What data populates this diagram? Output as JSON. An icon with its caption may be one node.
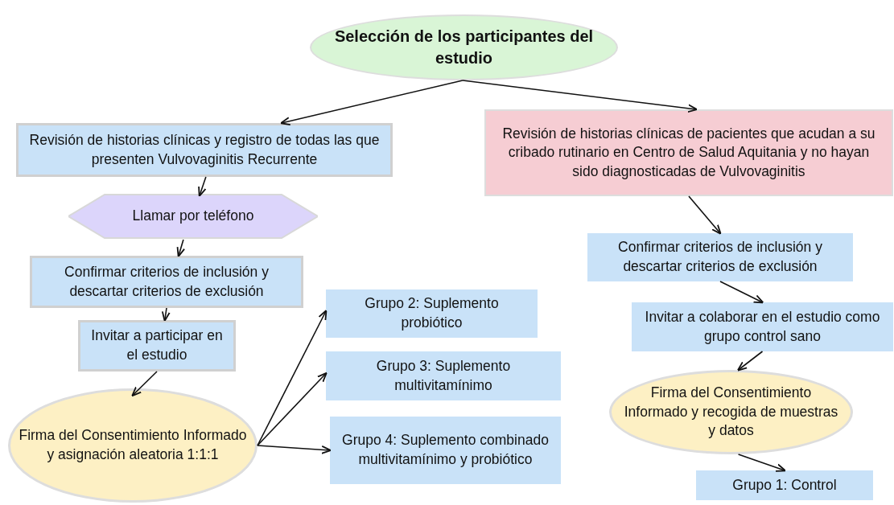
{
  "diagram": {
    "nodes": [
      {
        "text": [
          "Selección de los participantes del estudio"
        ]
      },
      {
        "text": [
          "Revisión de historias clínicas y registro de todas las que presenten Vulvovaginitis Recurrente"
        ]
      },
      {
        "text": [
          "Revisión de historias clínicas de pacientes que acudan a su cribado rutinario en Centro de Salud Aquitania y no hayan sido diagnosticadas de Vulvovaginitis"
        ]
      },
      {
        "text": [
          "Llamar por teléfono"
        ]
      },
      {
        "text": [
          "Confirmar criterios de inclusión y descartar criterios de exclusión"
        ]
      },
      {
        "text": [
          "Confirmar criterios de inclusión y descartar criterios de exclusión"
        ]
      },
      {
        "text": [
          "Invitar a participar en el estudio"
        ]
      },
      {
        "text": [
          "Invitar a colaborar en el estudio como grupo control sano"
        ]
      },
      {
        "text": [
          "Firma del Consentimiento Informado y asignación aleatoria 1:1:1"
        ]
      },
      {
        "text": [
          "Grupo 2: Suplemento probiótico"
        ]
      },
      {
        "text": [
          "Grupo 3: Suplemento multivitamínimo"
        ]
      },
      {
        "text": [
          "Grupo 4: Suplemento combinado multivitamínimo y probiótico"
        ]
      },
      {
        "text": [
          "Firma del Consentimiento Informado y recogida de muestras y datos"
        ]
      },
      {
        "text": [
          "Grupo 1: Control"
        ]
      }
    ],
    "edges": [
      {
        "from": 0,
        "to": 1,
        "arrow": "to"
      },
      {
        "from": 0,
        "to": 2,
        "arrow": "to"
      },
      {
        "from": 1,
        "to": 3,
        "arrow": "to"
      },
      {
        "from": 3,
        "to": 4,
        "arrow": "to"
      },
      {
        "from": 4,
        "to": 6,
        "arrow": "to"
      },
      {
        "from": 6,
        "to": 8,
        "arrow": "to"
      },
      {
        "from": 8,
        "to": 9,
        "arrow": "to"
      },
      {
        "from": 8,
        "to": 10,
        "arrow": "to"
      },
      {
        "from": 8,
        "to": 11,
        "arrow": "to"
      },
      {
        "from": 2,
        "to": 5,
        "arrow": "to"
      },
      {
        "from": 5,
        "to": 7,
        "arrow": "to"
      },
      {
        "from": 7,
        "to": 12,
        "arrow": "to"
      },
      {
        "from": 12,
        "to": 13,
        "arrow": "to"
      }
    ]
  }
}
